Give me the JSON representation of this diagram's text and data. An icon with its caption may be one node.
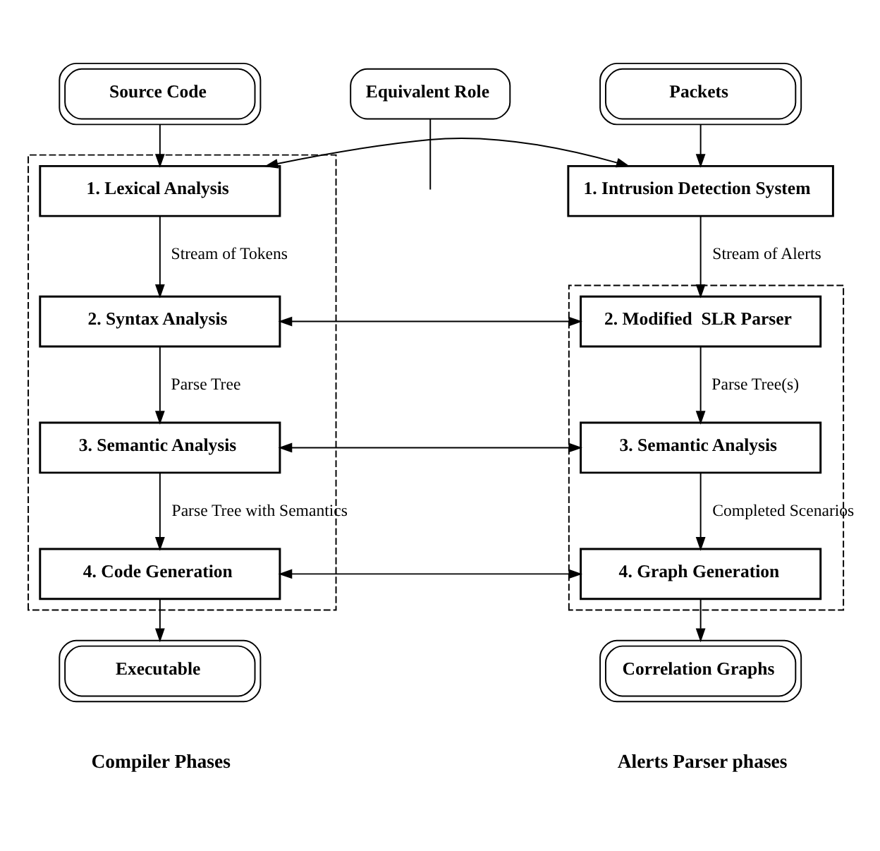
{
  "diagram": {
    "nodes": [
      {
        "text": [
          "Source Code"
        ]
      },
      {
        "text": [
          "Equivalent Role"
        ]
      },
      {
        "text": [
          "Packets"
        ]
      },
      {
        "text": [],
        "shape": "box"
      },
      {
        "text": [
          "1. Lexical Analysis"
        ],
        "in": 3
      },
      {
        "text": [
          "1. Intrusion Detection System"
        ]
      },
      {
        "text": [],
        "shape": "box"
      },
      {
        "text": [
          "2. Syntax Analysis"
        ],
        "in": 3
      },
      {
        "text": [
          "2. Modified  SLR Parser"
        ],
        "in": 6
      },
      {
        "text": [
          "3. Semantic Analysis"
        ],
        "in": 3
      },
      {
        "text": [
          "3. Semantic Analysis"
        ],
        "in": 6
      },
      {
        "text": [
          "4. Code Generation"
        ],
        "in": 3
      },
      {
        "text": [
          "4. Graph Generation"
        ],
        "in": 6
      },
      {
        "text": [
          "Executable"
        ]
      },
      {
        "text": [
          "Correlation Graphs"
        ]
      }
    ],
    "edges": [
      {
        "from": 0,
        "to": 4,
        "arrow": "to"
      },
      {
        "from": 2,
        "to": 5,
        "arrow": "to"
      },
      {
        "from": 4,
        "to": 5,
        "arrow": "both"
      },
      {
        "from": 1,
        "to": null,
        "arrow": "none"
      },
      {
        "from": 4,
        "to": 7,
        "arrow": "to",
        "label": "Stream of Tokens"
      },
      {
        "from": 5,
        "to": 8,
        "arrow": "to",
        "label": "Stream of Alerts"
      },
      {
        "from": 7,
        "to": 8,
        "arrow": "both"
      },
      {
        "from": 7,
        "to": 9,
        "arrow": "to",
        "label": "Parse Tree"
      },
      {
        "from": 8,
        "to": 10,
        "arrow": "to",
        "label": "Parse Tree(s)"
      },
      {
        "from": 9,
        "to": 10,
        "arrow": "both"
      },
      {
        "from": 9,
        "to": 11,
        "arrow": "to",
        "label": "Parse Tree with Semantics"
      },
      {
        "from": 10,
        "to": 12,
        "arrow": "to",
        "label": "Completed Scenarios"
      },
      {
        "from": 11,
        "to": 12,
        "arrow": "both"
      },
      {
        "from": 11,
        "to": 13,
        "arrow": "to"
      },
      {
        "from": 12,
        "to": 14,
        "arrow": "to"
      }
    ],
    "labels": [
      "Compiler Phases",
      "Alerts Parser phases"
    ]
  }
}
